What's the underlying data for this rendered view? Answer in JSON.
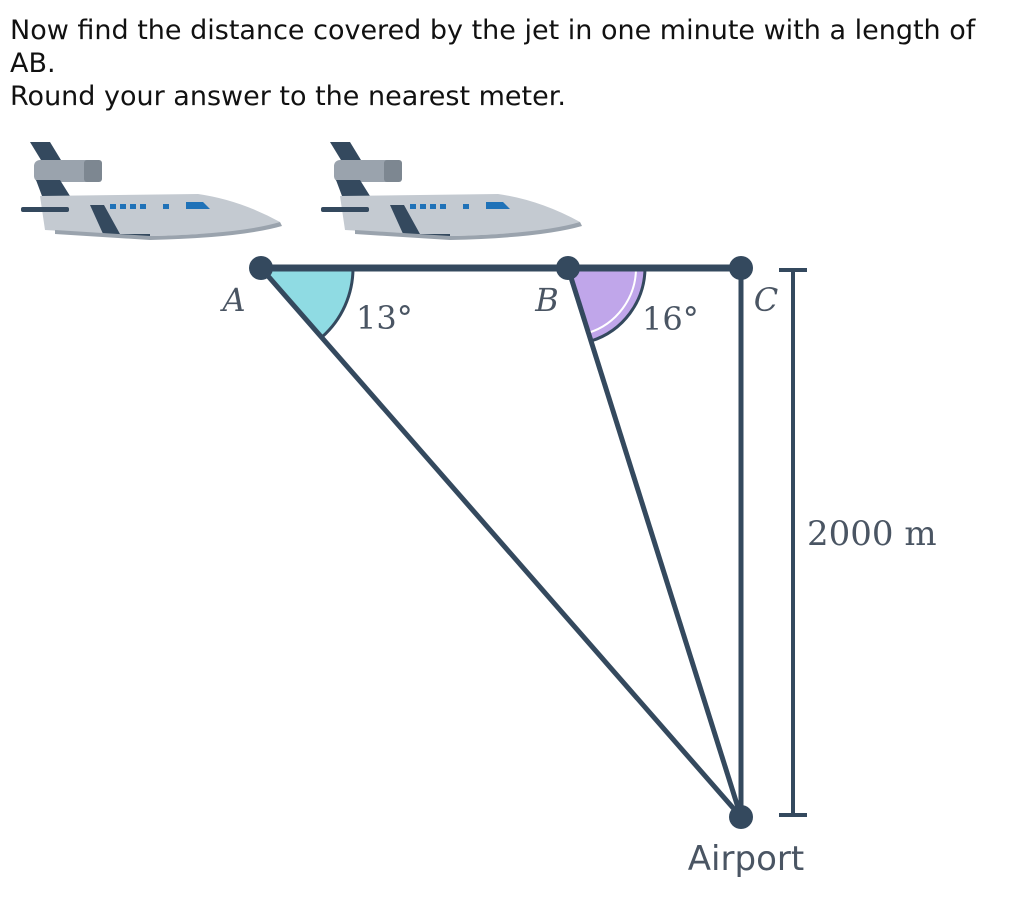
{
  "question": {
    "line1": "Now find the distance covered by the jet in one minute with a length of",
    "line2": "AB.",
    "line3": "Round your answer to the nearest meter."
  },
  "diagram": {
    "point_a": "A",
    "point_b": "B",
    "point_c": "C",
    "angle_a": "13°",
    "angle_b": "16°",
    "height": "2000 m",
    "airport": "Airport"
  },
  "colors": {
    "line": "#34495e",
    "angle_a_fill": "#8fdbe3",
    "angle_b_fill": "#c0a6ea",
    "plane_body": "#c4cad1",
    "plane_dark": "#34495e",
    "plane_window": "#1f72b8"
  },
  "icons": [
    "jet-airplane-icon",
    "jet-airplane-icon"
  ]
}
